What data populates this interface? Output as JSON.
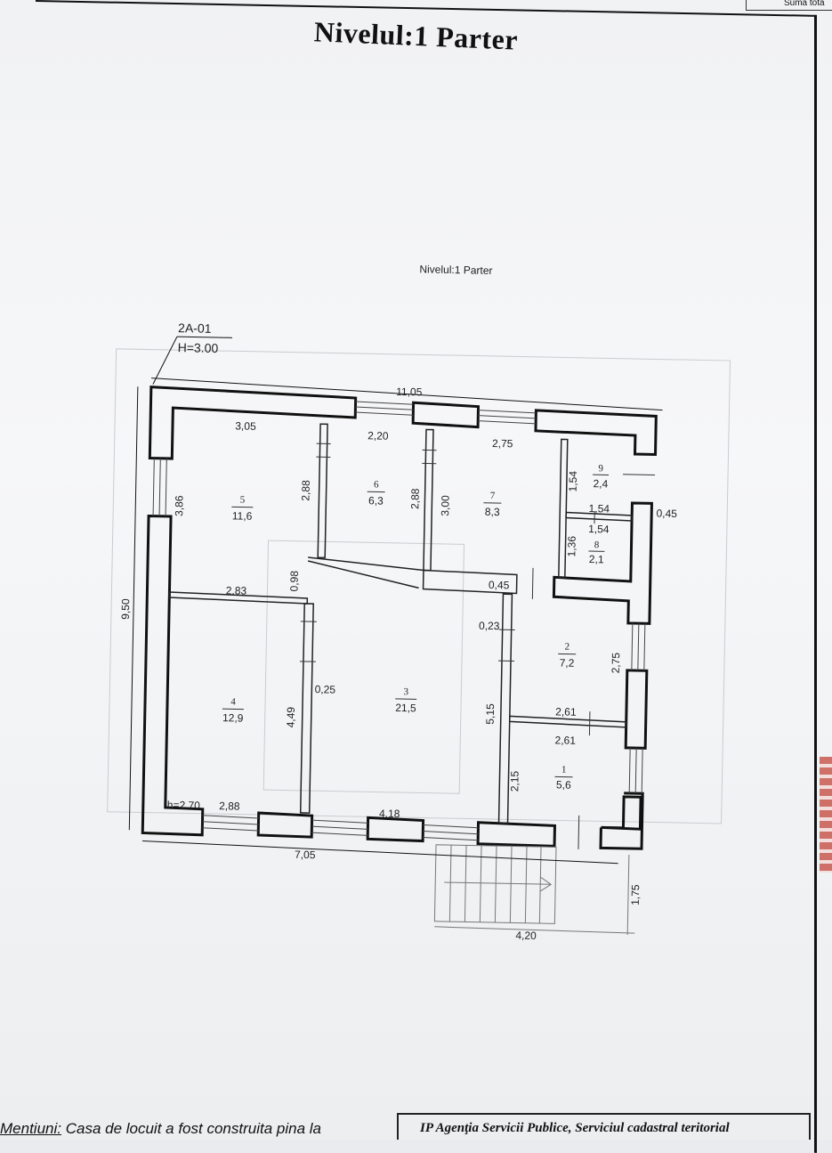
{
  "header": {
    "title": "Nivelul:1 Parter",
    "corner_label": "Suma tota"
  },
  "plan": {
    "subtitle": "Nivelul:1 Parter",
    "ref_code": "2A-01",
    "ref_height": "H=3.00",
    "height_note": "h=2.70",
    "overall_width": "11,05",
    "overall_height": "9,50",
    "bottom_width": "7,05",
    "stair_width": "4,20",
    "stair_depth": "1,75",
    "rooms": [
      {
        "number": "1",
        "area": "5,6"
      },
      {
        "number": "2",
        "area": "7,2"
      },
      {
        "number": "3",
        "area": "21,5"
      },
      {
        "number": "4",
        "area": "12,9"
      },
      {
        "number": "5",
        "area": "11,6"
      },
      {
        "number": "6",
        "area": "6,3"
      },
      {
        "number": "7",
        "area": "8,3"
      },
      {
        "number": "8",
        "area": "2,1"
      },
      {
        "number": "9",
        "area": "2,4"
      }
    ],
    "dimensions": {
      "d305": "3,05",
      "d220": "2,20",
      "d275": "2,75",
      "d386": "3,86",
      "d288a": "2,88",
      "d288b": "2,88",
      "d300": "3,00",
      "d154a": "1,54",
      "d154b": "1,54",
      "d154c": "1,54",
      "d136": "1,36",
      "d045a": "0,45",
      "d045b": "0,45",
      "d098": "0,98",
      "d283": "2,83",
      "d023": "0,23",
      "d025": "0,25",
      "d449": "4,49",
      "d515": "5,15",
      "d275b": "2,75",
      "d261a": "2,61",
      "d261b": "2,61",
      "d215": "2,15",
      "d288c": "2,88",
      "d418": "4,18"
    }
  },
  "footer": {
    "note_label": "Mentiuni:",
    "note_text": " Casa de locuit a fost construita pina la",
    "agency": "IP Agenţia Servicii Publice, Serviciul cadastral teritorial"
  }
}
